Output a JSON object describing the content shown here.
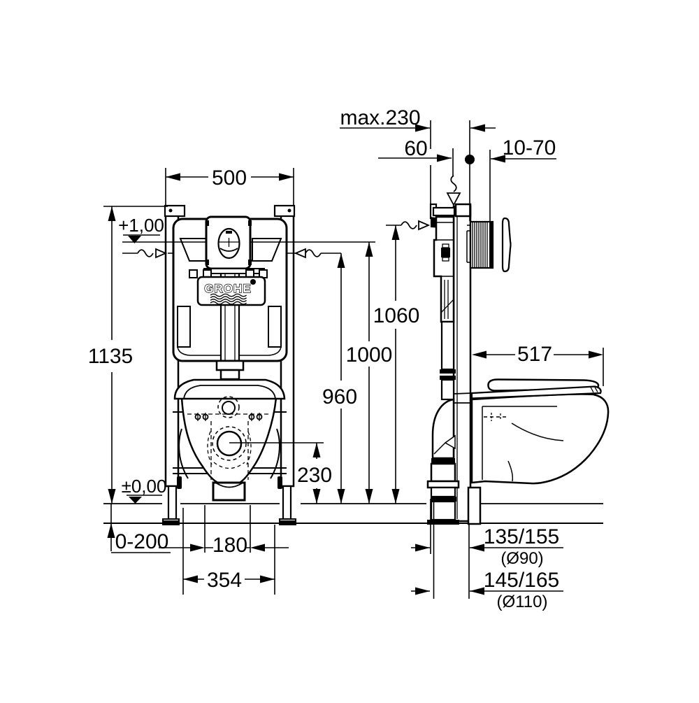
{
  "brand": "GROHE",
  "dims": {
    "width_top": "500",
    "frame_height": "1135",
    "level_upper": "+1,00",
    "level_floor": "±0,00",
    "h960": "960",
    "h1000": "1000",
    "h1060": "1060",
    "outlet_height": "230",
    "floor_adjust": "0-200",
    "bolt_spacing": "180",
    "width_outlet": "354",
    "max_depth": "max.230",
    "supply_depth": "60",
    "wall_range": "10-70",
    "bowl_depth": "517",
    "drain90": "135/155",
    "drain90_dia": "(Ø90)",
    "drain110": "145/165",
    "drain110_dia": "(Ø110)"
  }
}
